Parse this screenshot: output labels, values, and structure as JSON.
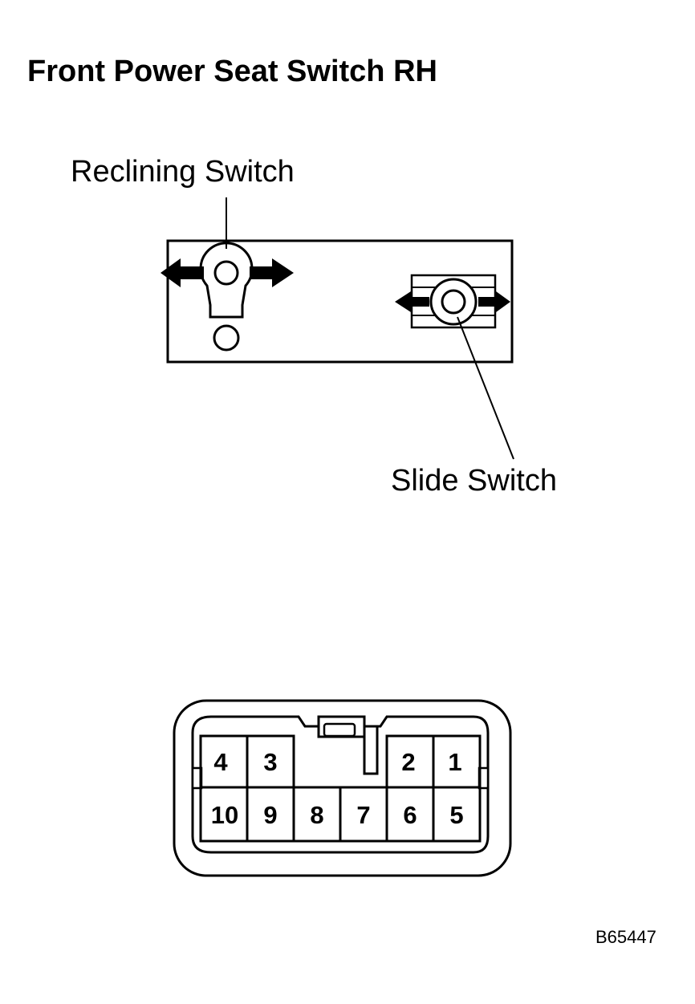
{
  "title": "Front Power Seat Switch RH",
  "labels": {
    "reclining_switch": "Reclining Switch",
    "slide_switch": "Slide Switch"
  },
  "connector": {
    "top_row": [
      "4",
      "3",
      "2",
      "1"
    ],
    "bottom_row": [
      "10",
      "9",
      "8",
      "7",
      "6",
      "5"
    ]
  },
  "figure_id": "B65447"
}
